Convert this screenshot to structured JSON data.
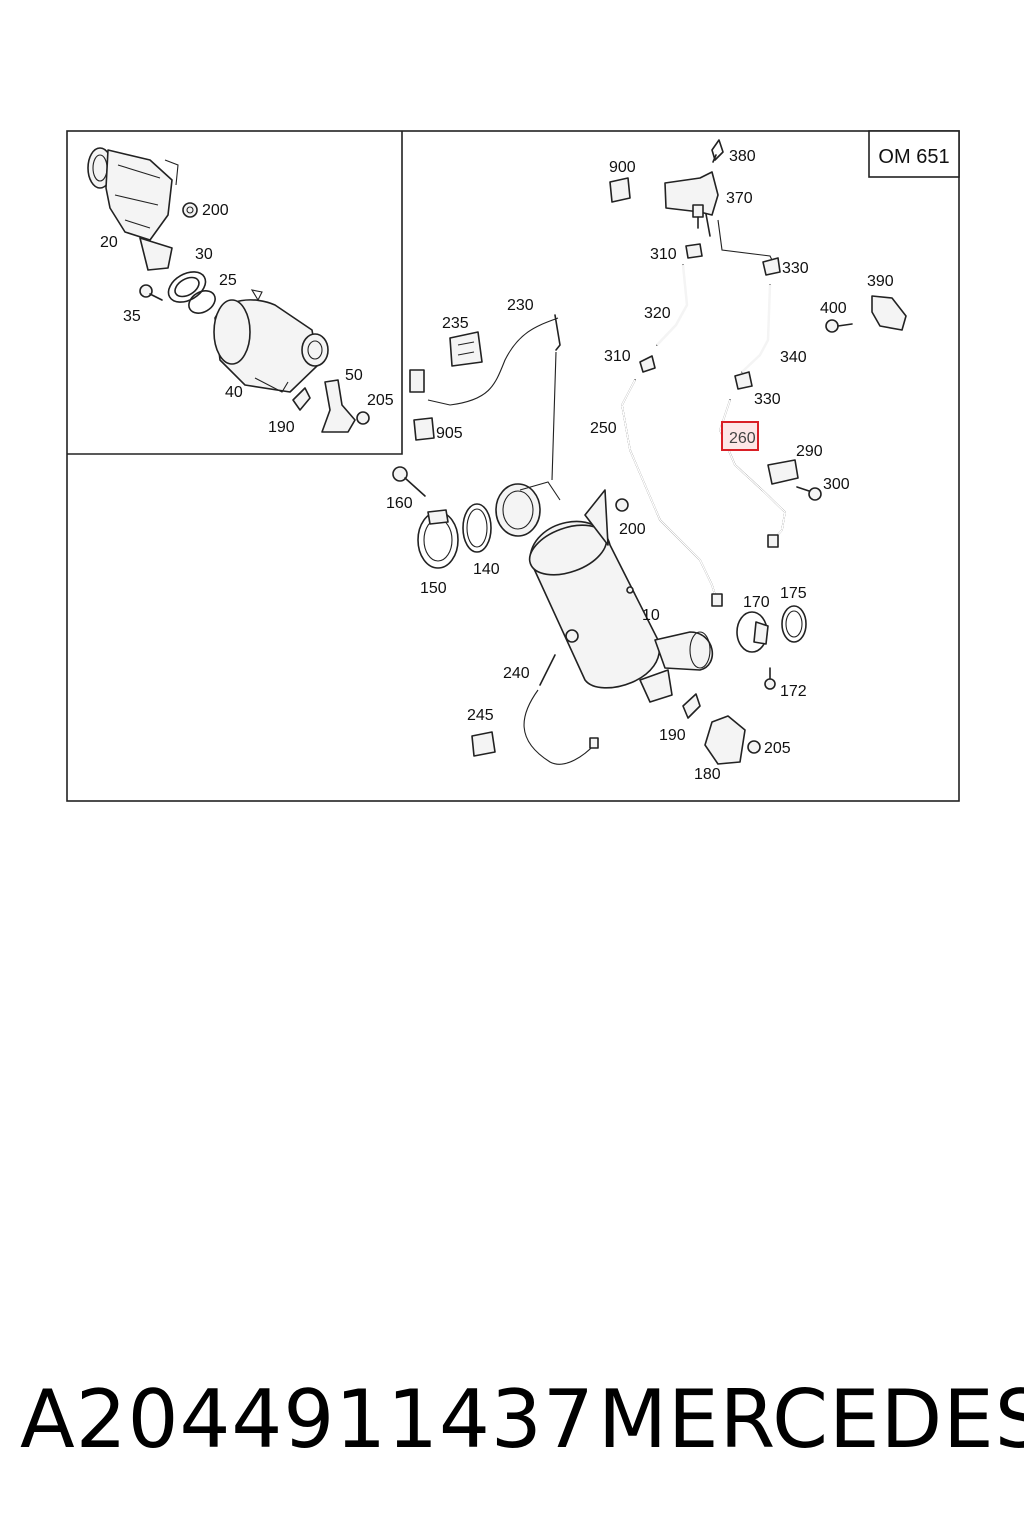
{
  "diagram": {
    "engine_code": "OM 651",
    "highlighted_part": "260",
    "labels": {
      "l900": "900",
      "l380": "380",
      "l370": "370",
      "l310a": "310",
      "l330a": "330",
      "l390": "390",
      "l400": "400",
      "l320": "320",
      "l340": "340",
      "l310b": "310",
      "l330b": "330",
      "l250": "250",
      "l260": "260",
      "l290": "290",
      "l300": "300",
      "l235": "235",
      "l230": "230",
      "l905": "905",
      "l160": "160",
      "l140": "140",
      "l150": "150",
      "l200b": "200",
      "l10": "10",
      "l170": "170",
      "l175": "175",
      "l172": "172",
      "l240": "240",
      "l245": "245",
      "l190b": "190",
      "l205b": "205",
      "l180": "180",
      "l200a": "200",
      "l20": "20",
      "l30": "30",
      "l25": "25",
      "l35": "35",
      "l40": "40",
      "l50": "50",
      "l190a": "190",
      "l205a": "205"
    }
  },
  "footer": {
    "part_number": "A2044911437",
    "brand": "MERCEDES"
  }
}
